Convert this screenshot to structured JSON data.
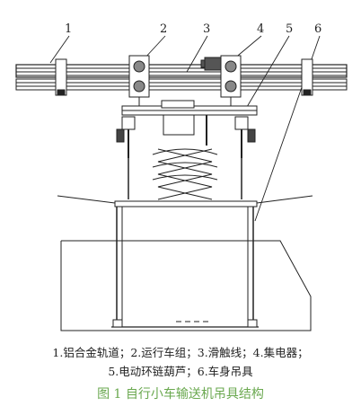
{
  "figure": {
    "labels": [
      "1",
      "2",
      "3",
      "4",
      "5",
      "6"
    ],
    "caption_line1": "1.铝合金轨道；2.运行车组；3.滑触线；4.集电器；",
    "caption_line2": "5.电动环链葫芦；6.车身吊具",
    "title": "图 1   自行小车输送机吊具结构"
  },
  "colors": {
    "line": "#222222",
    "title": "#6aa84f"
  }
}
